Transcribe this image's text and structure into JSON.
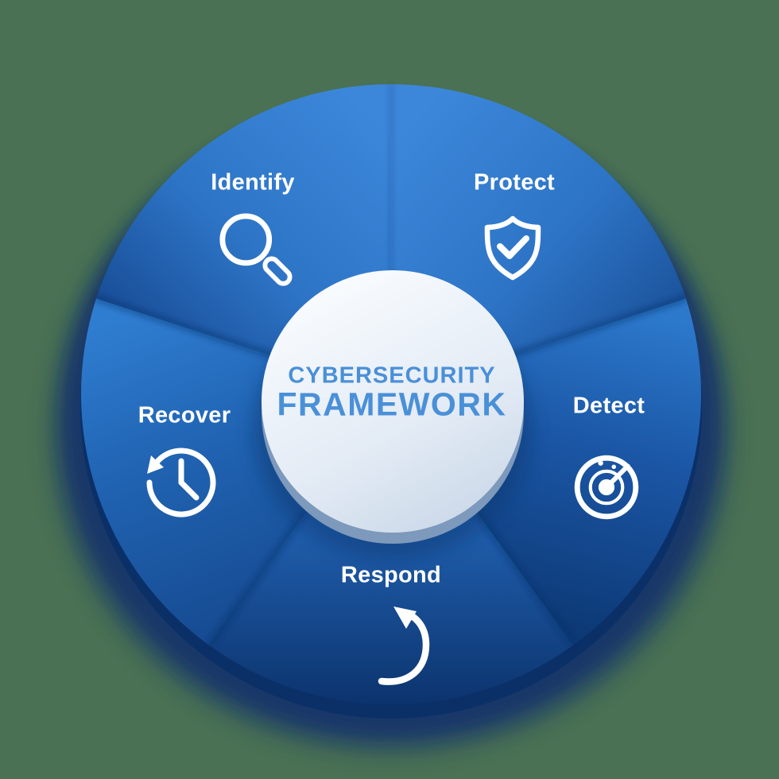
{
  "diagram": {
    "title": {
      "line1": "CYBERSECURITY",
      "line2": "FRAMEWORK"
    },
    "type": "circular process wheel, 5 segments"
  },
  "segments": [
    {
      "id": "identify",
      "label": "Identify",
      "icon": "magnifier-icon"
    },
    {
      "id": "protect",
      "label": "Protect",
      "icon": "shield-check-icon"
    },
    {
      "id": "detect",
      "label": "Detect",
      "icon": "radar-icon"
    },
    {
      "id": "respond",
      "label": "Respond",
      "icon": "curved-arrow-icon"
    },
    {
      "id": "recover",
      "label": "Recover",
      "icon": "clock-history-icon"
    }
  ],
  "colors": {
    "background_green": "#4a7153",
    "wheel_blue_bright": "#3b86d9",
    "wheel_blue_mid": "#2265b5",
    "wheel_blue_dark": "#0d3a77",
    "rim_navy": "#0b3068",
    "shadow_navy": "#14366b",
    "center_disc_light": "#f8fbfe",
    "center_disc_shade": "#ccd9e9",
    "center_rim": "#7d99bb",
    "title_blue": "#4a90d8",
    "label_white": "#ffffff"
  }
}
